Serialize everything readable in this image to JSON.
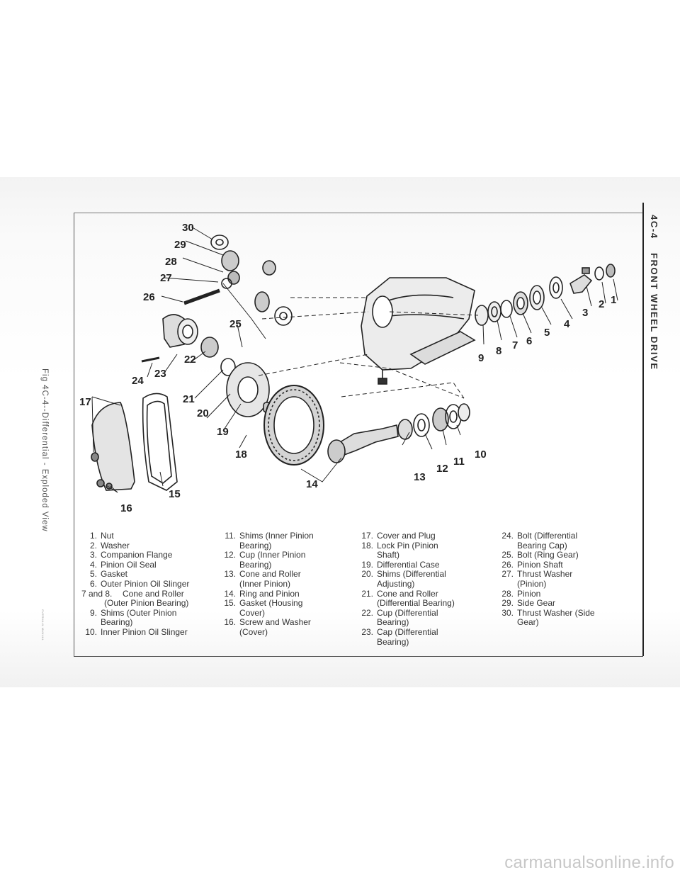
{
  "header": {
    "section": "4C-4",
    "chapter": "FRONT WHEEL DRIVE"
  },
  "figure": {
    "caption": "Fig 4C-4--Differential - Exploded View",
    "edge_note": "OVERHAUL MANUAL"
  },
  "callouts": [
    "1",
    "2",
    "3",
    "4",
    "5",
    "6",
    "7",
    "8",
    "9",
    "10",
    "11",
    "12",
    "13",
    "14",
    "15",
    "16",
    "17",
    "18",
    "19",
    "20",
    "21",
    "22",
    "23",
    "24",
    "25",
    "26",
    "27",
    "28",
    "29",
    "30"
  ],
  "legend": {
    "col1": [
      {
        "num": "1.",
        "lines": [
          "Nut"
        ]
      },
      {
        "num": "2.",
        "lines": [
          "Washer"
        ]
      },
      {
        "num": "3.",
        "lines": [
          "Companion Flange"
        ]
      },
      {
        "num": "4.",
        "lines": [
          "Pinion Oil Seal"
        ]
      },
      {
        "num": "5.",
        "lines": [
          "Gasket"
        ]
      },
      {
        "num": "6.",
        "lines": [
          "Outer Pinion Oil Slinger"
        ]
      },
      {
        "num": "7 and 8.",
        "lines": [
          "Cone and Roller",
          "(Outer Pinion Bearing)"
        ]
      },
      {
        "num": "9.",
        "lines": [
          "Shims (Outer Pinion",
          "Bearing)"
        ]
      },
      {
        "num": "10.",
        "lines": [
          "Inner Pinion Oil Slinger"
        ]
      }
    ],
    "col2": [
      {
        "num": "11.",
        "lines": [
          "Shims (Inner Pinion",
          "Bearing)"
        ]
      },
      {
        "num": "12.",
        "lines": [
          "Cup (Inner Pinion",
          "Bearing)"
        ]
      },
      {
        "num": "13.",
        "lines": [
          "Cone and Roller",
          "(Inner Pinion)"
        ]
      },
      {
        "num": "14.",
        "lines": [
          "Ring and Pinion"
        ]
      },
      {
        "num": "15.",
        "lines": [
          "Gasket (Housing",
          "Cover)"
        ]
      },
      {
        "num": "16.",
        "lines": [
          "Screw and Washer",
          "(Cover)"
        ]
      }
    ],
    "col3": [
      {
        "num": "17.",
        "lines": [
          "Cover and Plug"
        ]
      },
      {
        "num": "18.",
        "lines": [
          "Lock Pin (Pinion",
          "Shaft)"
        ]
      },
      {
        "num": "19.",
        "lines": [
          "Differential Case"
        ]
      },
      {
        "num": "20.",
        "lines": [
          "Shims (Differential",
          "Adjusting)"
        ]
      },
      {
        "num": "21.",
        "lines": [
          "Cone and Roller",
          "(Differential Bearing)"
        ]
      },
      {
        "num": "22.",
        "lines": [
          "Cup (Differential",
          "Bearing)"
        ]
      },
      {
        "num": "23.",
        "lines": [
          "Cap (Differential",
          "Bearing)"
        ]
      }
    ],
    "col4": [
      {
        "num": "24.",
        "lines": [
          "Bolt (Differential",
          "Bearing Cap)"
        ]
      },
      {
        "num": "25.",
        "lines": [
          "Bolt (Ring Gear)"
        ]
      },
      {
        "num": "26.",
        "lines": [
          "Pinion Shaft"
        ]
      },
      {
        "num": "27.",
        "lines": [
          "Thrust Washer",
          "(Pinion)"
        ]
      },
      {
        "num": "28.",
        "lines": [
          "Pinion"
        ]
      },
      {
        "num": "29.",
        "lines": [
          "Side Gear"
        ]
      },
      {
        "num": "30.",
        "lines": [
          "Thrust Washer (Side",
          "Gear)"
        ]
      }
    ]
  },
  "watermark": "carmanualsonline.info"
}
